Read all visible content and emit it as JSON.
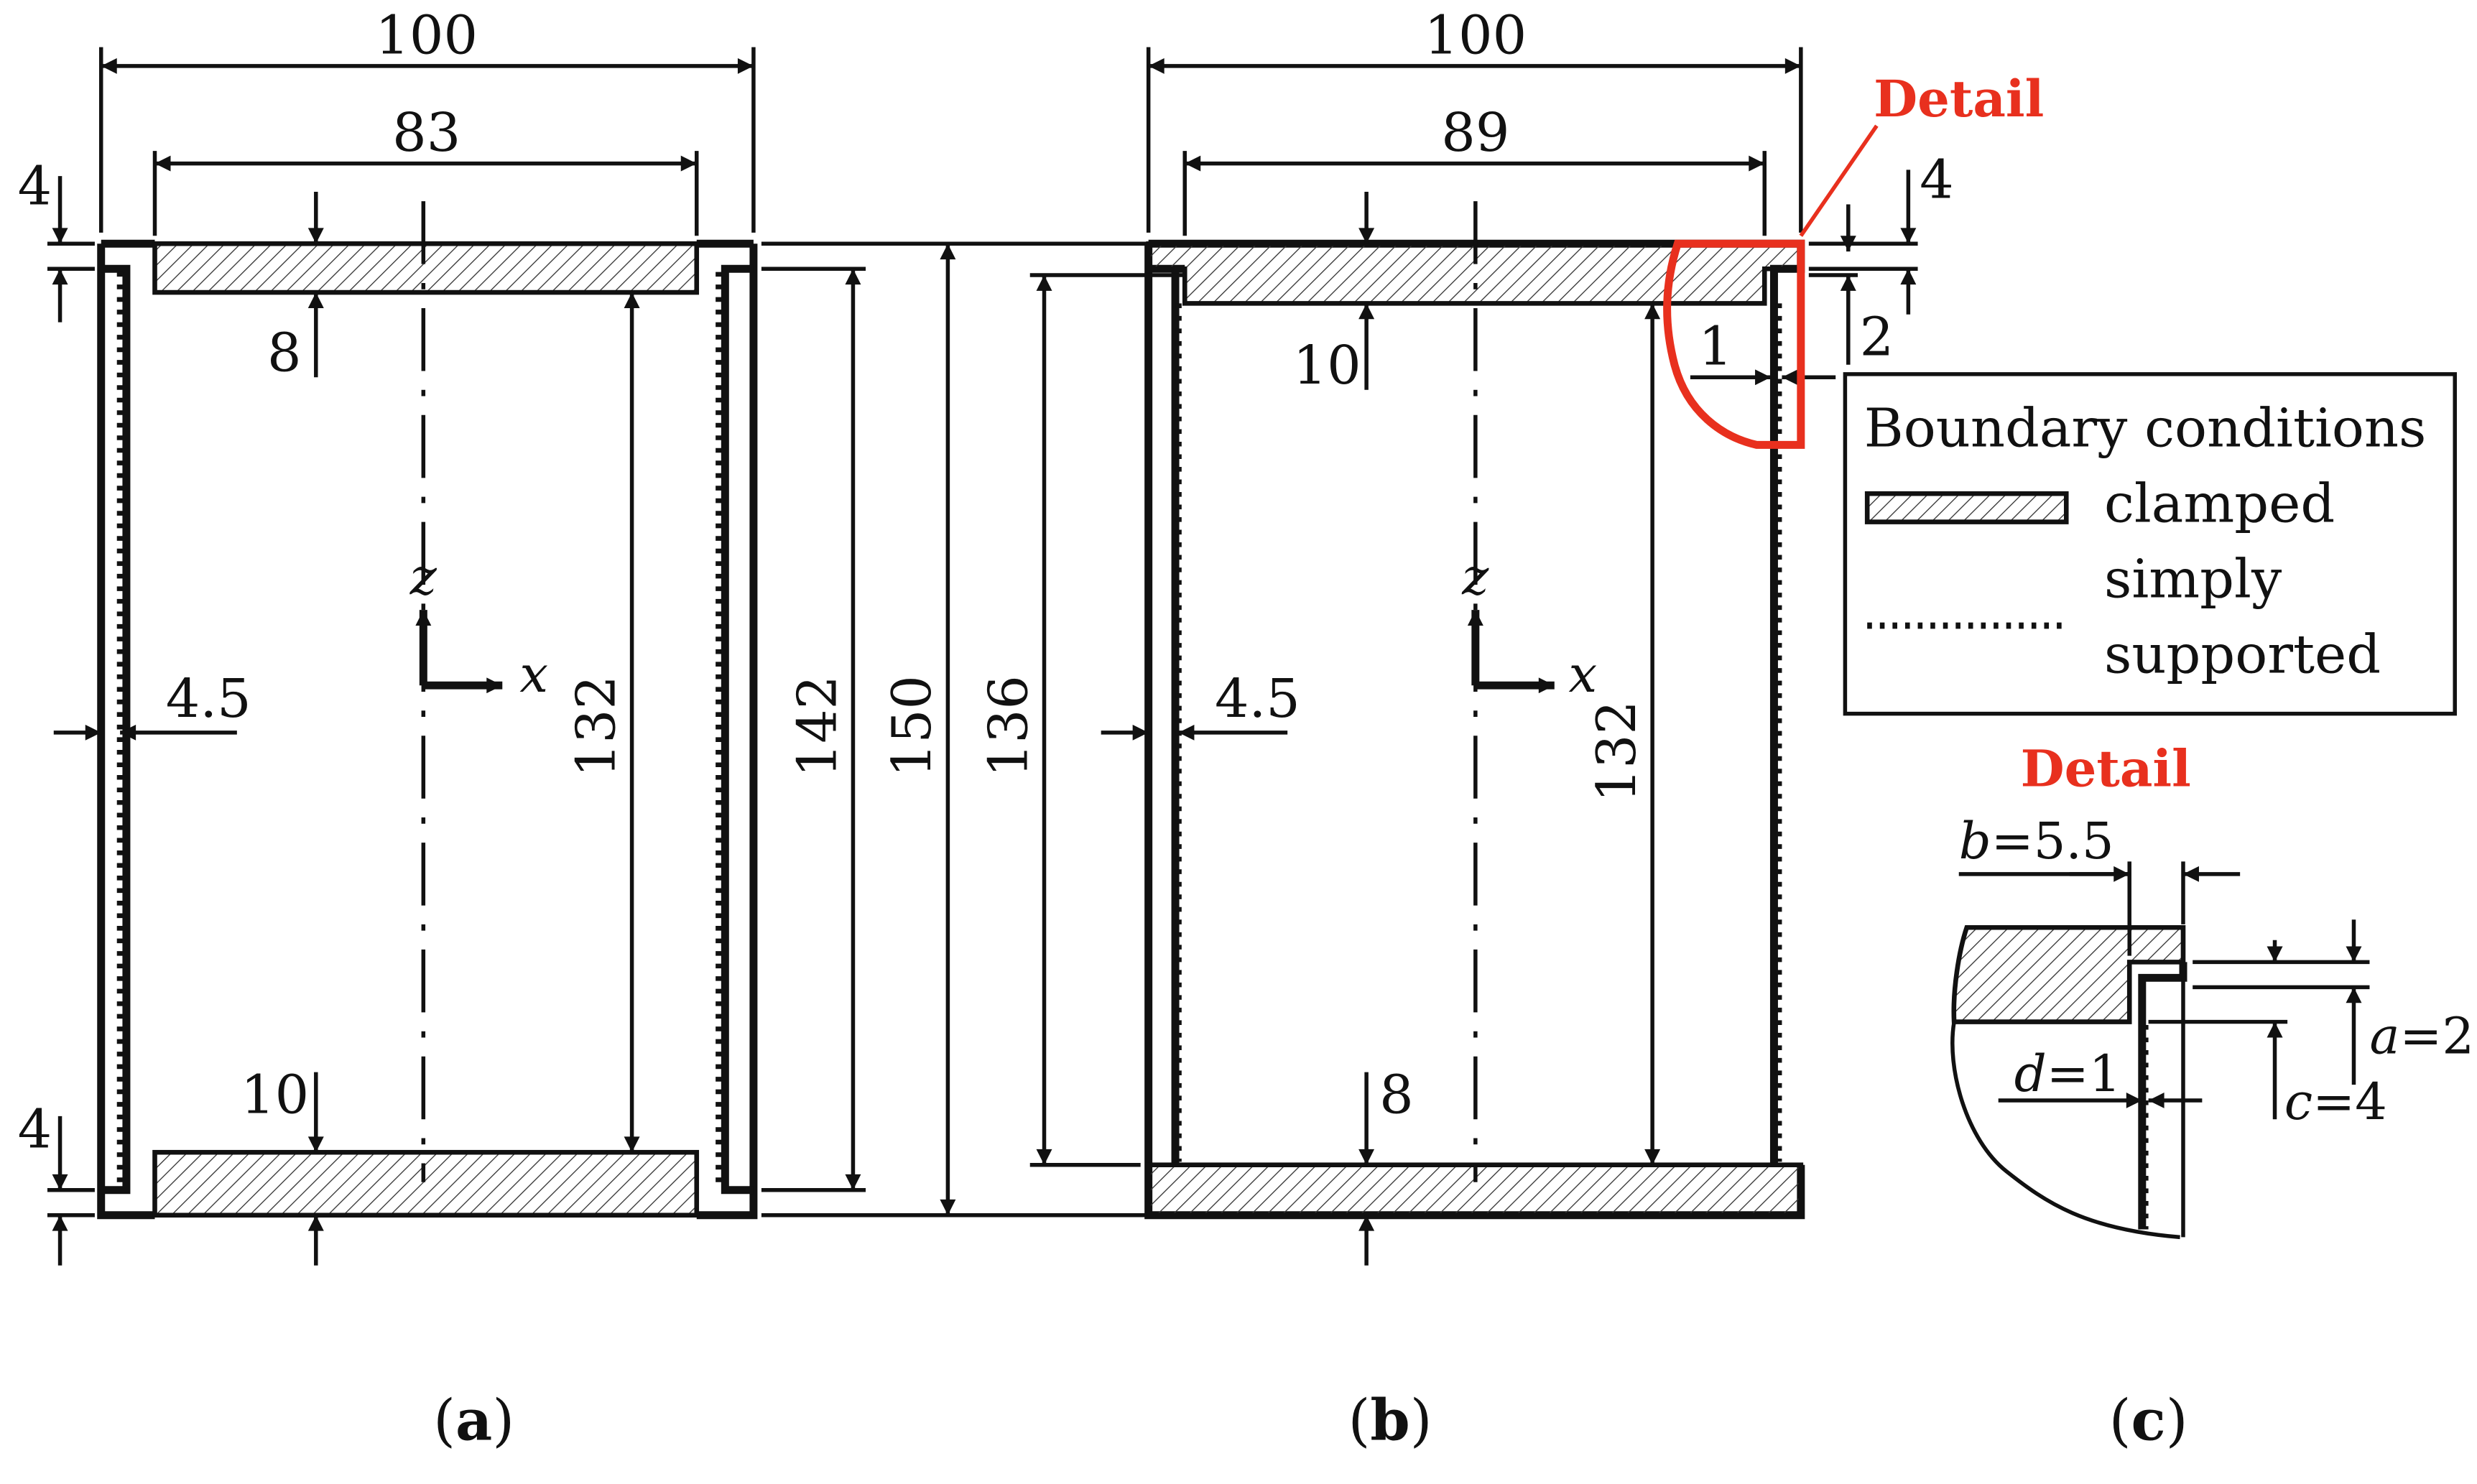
{
  "panel_a": {
    "dim_width": "100",
    "dim_clamp_length": "83",
    "dim_gap_top": "4",
    "dim_gap_bottom": "4",
    "dim_top_clamp_thickness": "8",
    "dim_bottom_clamp_thickness": "10",
    "dim_wall_offset": "4.5",
    "dim_inner_height": "132",
    "dim_side_height": "142",
    "dim_total_height": "150",
    "axis_z": "z",
    "axis_x": "x",
    "caption": "a"
  },
  "panel_b": {
    "dim_width": "100",
    "dim_clamp_length": "89",
    "dim_top_gap": "4",
    "dim_step": "2",
    "dim_step_offset": "1",
    "dim_top_clamp_thickness": "10",
    "dim_bottom_clamp_thickness": "8",
    "dim_wall_offset": "4.5",
    "dim_side_height": "136",
    "dim_inner_height": "132",
    "axis_z": "z",
    "axis_x": "x",
    "detail_label": "Detail",
    "caption": "b"
  },
  "legend": {
    "title": "Boundary conditions",
    "clamped": "clamped",
    "simply_line1": "simply",
    "simply_line2": "supported"
  },
  "panel_c": {
    "title": "Detail",
    "b_var": "b",
    "b_val": "=5.5",
    "a_var": "a",
    "a_val": "=2",
    "c_var": "c",
    "c_val": "=4",
    "d_var": "d",
    "d_val": "=1",
    "caption": "c"
  },
  "colors": {
    "detail_red": "#e8301e",
    "line": "#111111"
  }
}
